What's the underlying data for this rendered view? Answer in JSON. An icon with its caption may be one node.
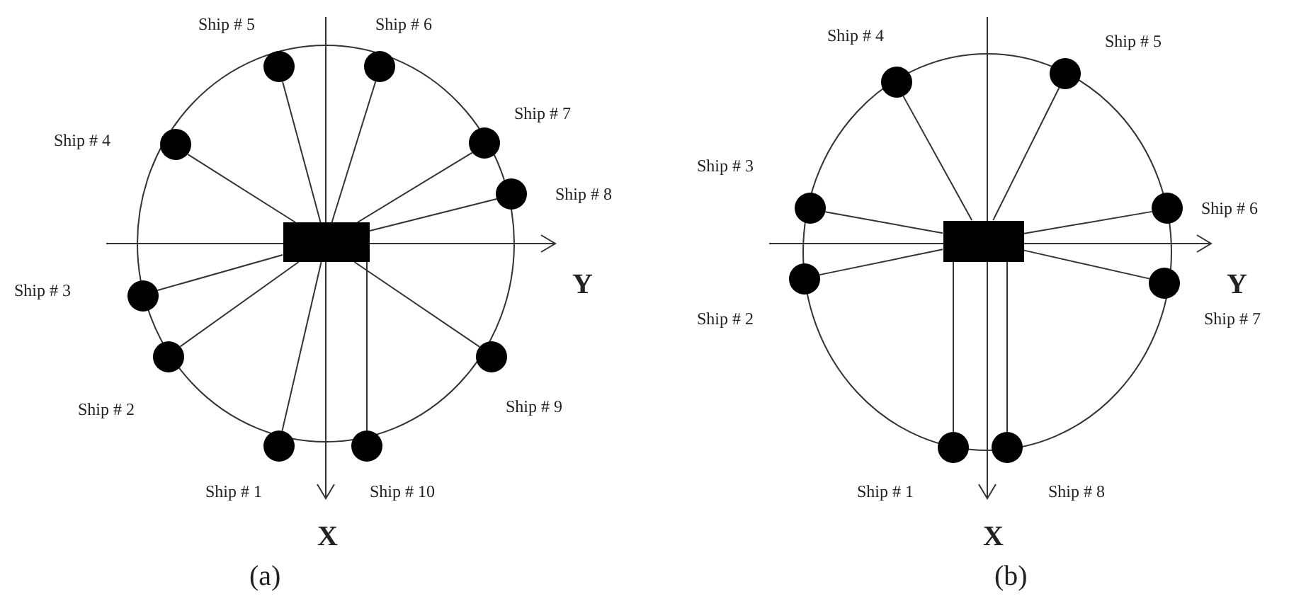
{
  "diagram": {
    "nodes": [
      {
        "text": [],
        "shape": "box"
      },
      {
        "text": [],
        "shape": "circle",
        "beside": [
          "Ship # 5"
        ]
      },
      {
        "text": [],
        "shape": "circle",
        "beside": [
          "Ship # 6"
        ]
      },
      {
        "text": [],
        "shape": "circle",
        "beside": [
          "Ship # 4"
        ]
      },
      {
        "text": [],
        "shape": "circle",
        "beside": [
          "Ship # 7"
        ]
      },
      {
        "text": [],
        "shape": "circle",
        "beside": [
          "Ship # 8"
        ]
      },
      {
        "text": [],
        "shape": "circle",
        "beside": [
          "Ship # 3"
        ]
      },
      {
        "text": [],
        "shape": "circle",
        "beside": [
          "Ship # 2"
        ]
      },
      {
        "text": [],
        "shape": "circle",
        "beside": [
          "Ship # 9"
        ]
      },
      {
        "text": [],
        "shape": "circle",
        "beside": [
          "Ship # 1"
        ]
      },
      {
        "text": [],
        "shape": "circle",
        "beside": [
          "Ship # 10"
        ]
      },
      {
        "text": [],
        "shape": "box"
      },
      {
        "text": [],
        "shape": "circle",
        "beside": [
          "Ship # 4"
        ]
      },
      {
        "text": [],
        "shape": "circle",
        "beside": [
          "Ship # 5"
        ]
      },
      {
        "text": [],
        "shape": "circle",
        "beside": [
          "Ship # 3"
        ]
      },
      {
        "text": [],
        "shape": "circle",
        "beside": [
          "Ship # 6"
        ]
      },
      {
        "text": [],
        "shape": "circle",
        "beside": [
          "Ship # 2"
        ]
      },
      {
        "text": [],
        "shape": "circle",
        "beside": [
          "Ship # 7"
        ]
      },
      {
        "text": [],
        "shape": "circle",
        "beside": [
          "Ship # 1"
        ]
      },
      {
        "text": [],
        "shape": "circle",
        "beside": [
          "Ship # 8"
        ]
      }
    ],
    "edges": [
      {
        "from": 0,
        "to": 1,
        "arrow": "none"
      },
      {
        "from": 0,
        "to": 2,
        "arrow": "none"
      },
      {
        "from": 0,
        "to": 3,
        "arrow": "none"
      },
      {
        "from": 0,
        "to": 4,
        "arrow": "none"
      },
      {
        "from": 0,
        "to": 5,
        "arrow": "none"
      },
      {
        "from": 0,
        "to": 6,
        "arrow": "none"
      },
      {
        "from": 0,
        "to": 7,
        "arrow": "none"
      },
      {
        "from": 0,
        "to": 8,
        "arrow": "none"
      },
      {
        "from": 0,
        "to": 9,
        "arrow": "none"
      },
      {
        "from": 0,
        "to": 10,
        "arrow": "none"
      },
      {
        "from": 11,
        "to": 12,
        "arrow": "none"
      },
      {
        "from": 11,
        "to": 13,
        "arrow": "none"
      },
      {
        "from": 11,
        "to": 14,
        "arrow": "none"
      },
      {
        "from": 11,
        "to": 15,
        "arrow": "none"
      },
      {
        "from": 11,
        "to": 16,
        "arrow": "none"
      },
      {
        "from": 11,
        "to": 17,
        "arrow": "none"
      },
      {
        "from": 11,
        "to": 18,
        "arrow": "none"
      },
      {
        "from": 11,
        "to": 19,
        "arrow": "none"
      }
    ],
    "labels": [
      "Y",
      "X",
      "(a)",
      "Y",
      "X",
      "(b)"
    ]
  }
}
